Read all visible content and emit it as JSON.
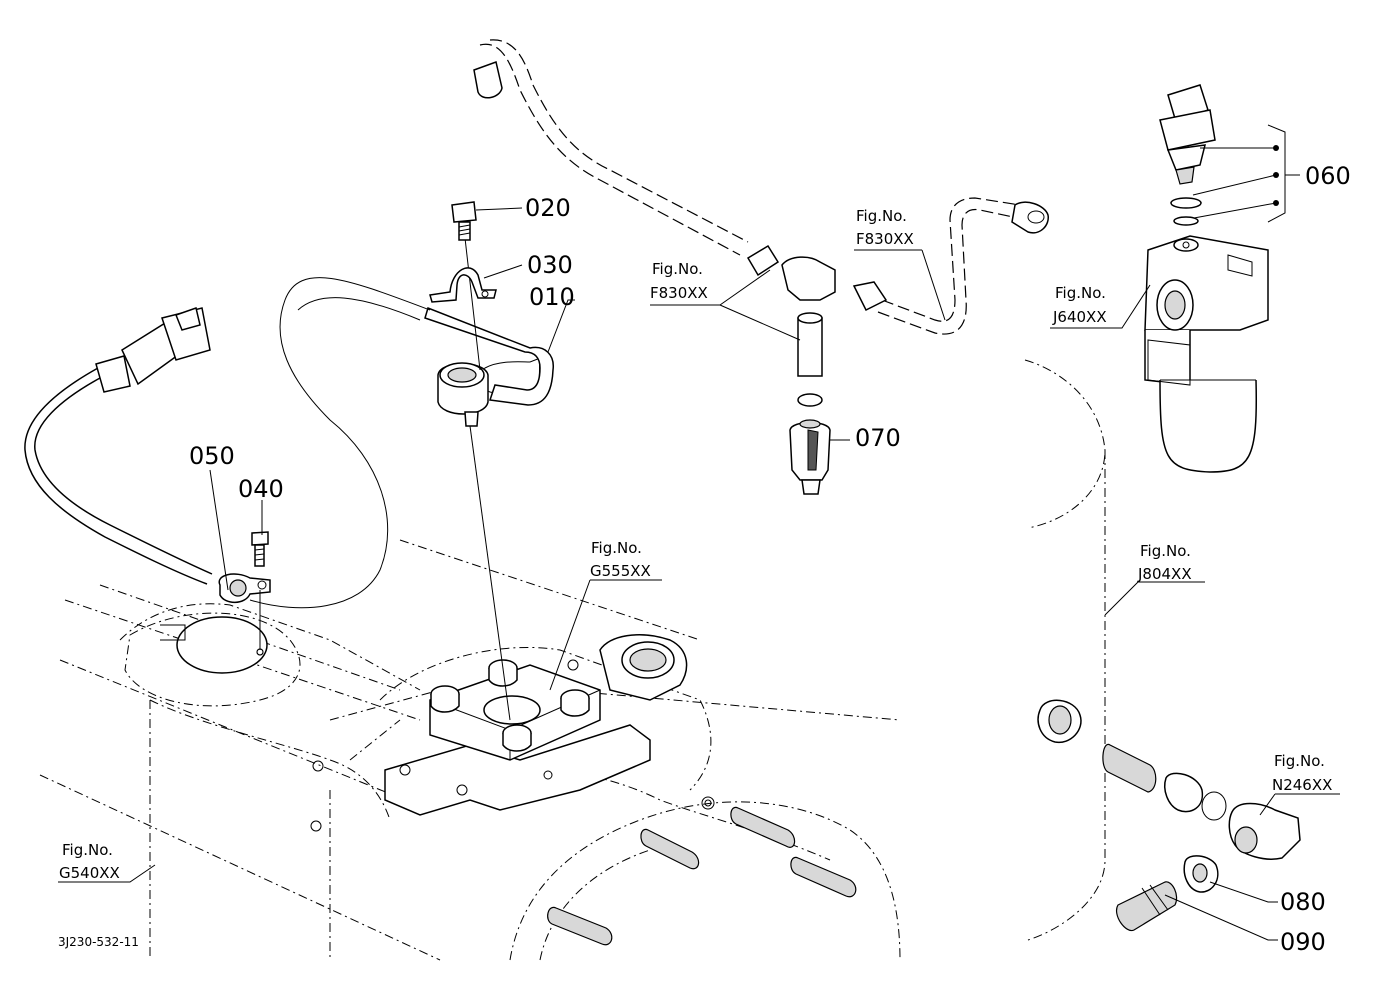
{
  "callouts": {
    "c010": "010",
    "c020": "020",
    "c030": "030",
    "c040": "040",
    "c050": "050",
    "c060": "060",
    "c070": "070",
    "c080": "080",
    "c090": "090"
  },
  "fig_refs": {
    "f830_top_label": "Fig.No.",
    "f830_top_code": "F830XX",
    "f830_left_label": "Fig.No.",
    "f830_left_code": "F830XX",
    "j640_label": "Fig.No.",
    "j640_code": "J640XX",
    "g555_label": "Fig.No.",
    "g555_code": "G555XX",
    "j804_label": "Fig.No.",
    "j804_code": "J804XX",
    "n246_label": "Fig.No.",
    "n246_code": "N246XX",
    "g540_label": "Fig.No.",
    "g540_code": "G540XX"
  },
  "drawing_code": "3J230-532-11"
}
